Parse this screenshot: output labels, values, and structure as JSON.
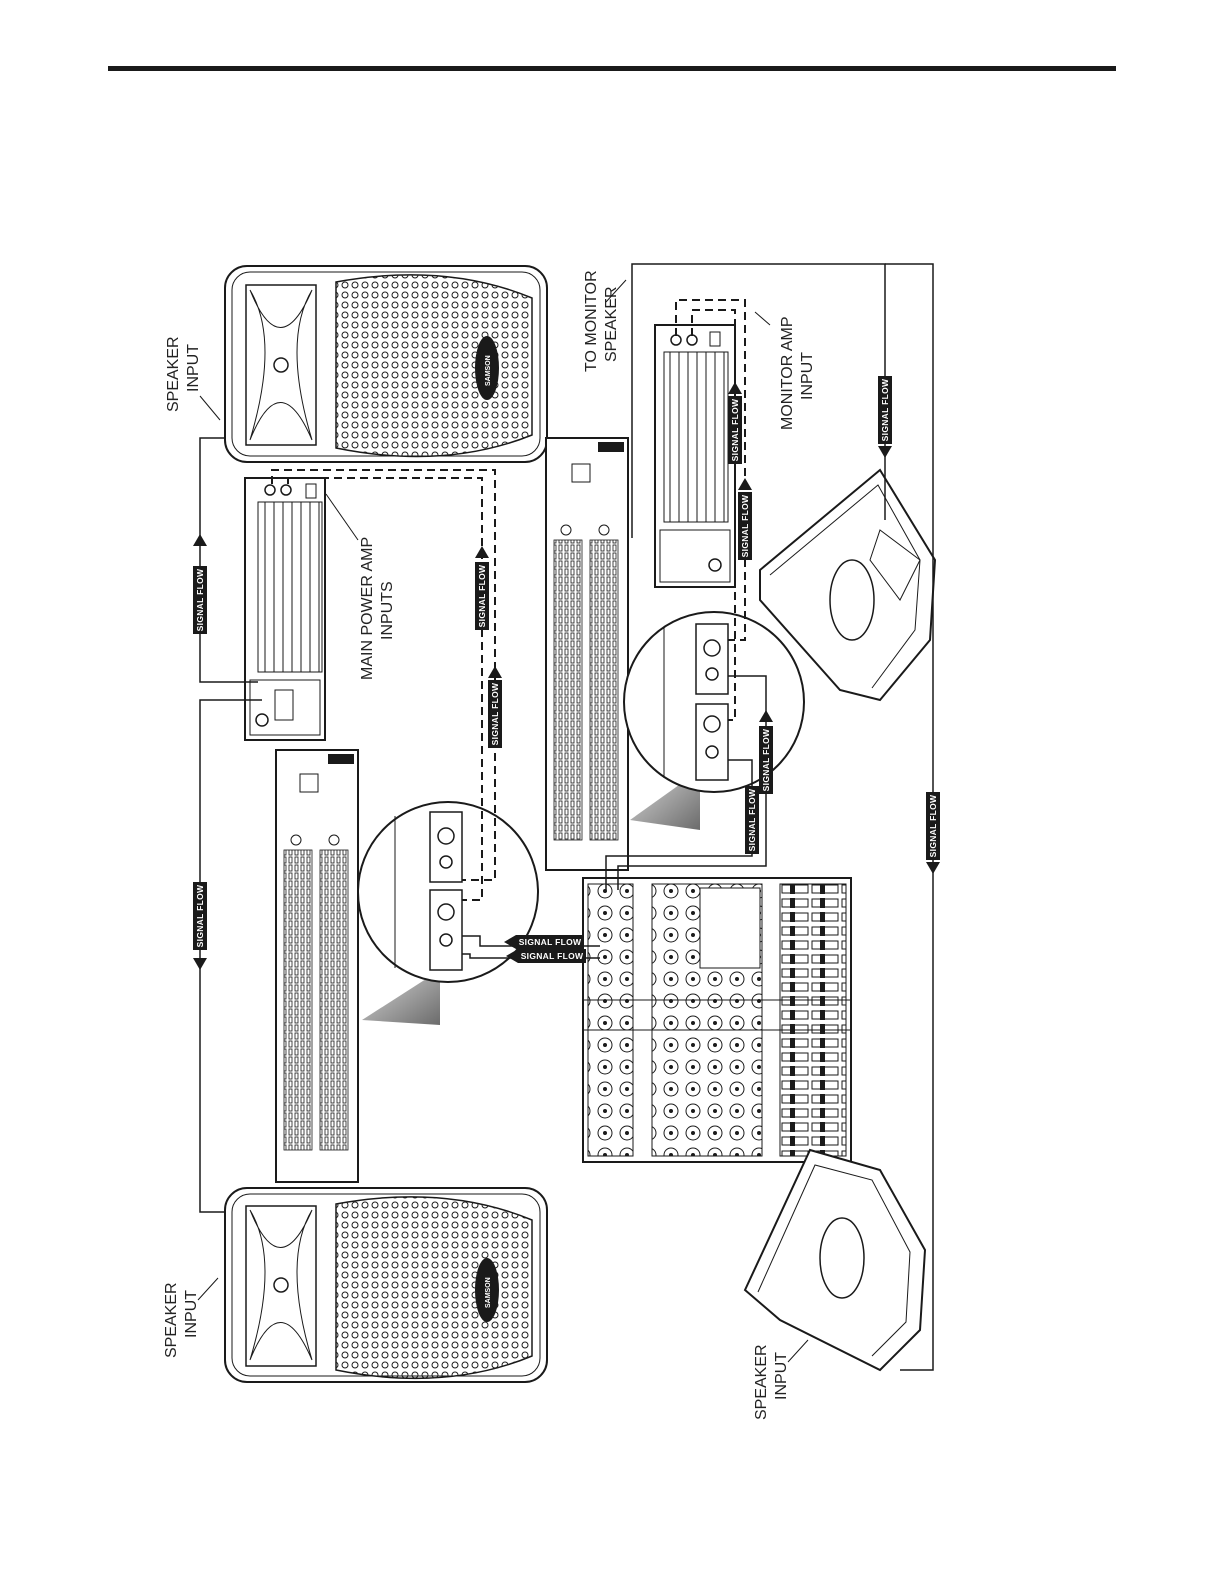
{
  "labels": {
    "speaker_input_top": [
      "SPEAKER",
      "INPUT"
    ],
    "speaker_input_bottom_left": [
      "SPEAKER",
      "INPUT"
    ],
    "speaker_input_monitor": [
      "SPEAKER",
      "INPUT"
    ],
    "main_power_amp_inputs": [
      "MAIN POWER AMP",
      "INPUTS"
    ],
    "to_monitor_speaker": [
      "TO MONITOR",
      "SPEAKER"
    ],
    "monitor_amp_input": [
      "MONITOR AMP",
      "INPUT"
    ],
    "signal_flow": "SIGNAL FLOW",
    "brand": "SAMSON"
  },
  "colors": {
    "ink": "#1a1a1a",
    "paper": "#ffffff",
    "shade": "#9a9a9a"
  }
}
